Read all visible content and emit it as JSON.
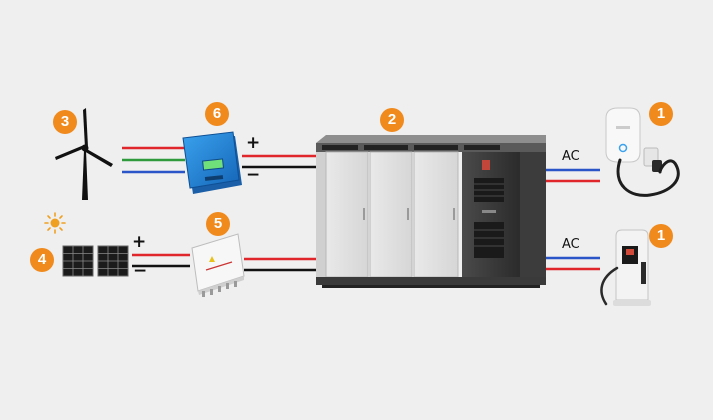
{
  "badges": {
    "wind": "3",
    "wind_inverter": "6",
    "storage_cabinet": "2",
    "wall_charger": "1",
    "solar": "4",
    "combiner_box": "5",
    "dc_charger": "1"
  },
  "labels": {
    "ac_top": "AC",
    "ac_bottom": "AC",
    "plus_top": "+",
    "minus_top": "−",
    "plus_bottom": "+",
    "minus_bottom": "−"
  },
  "colors": {
    "badge": "#f08a1c",
    "wire_red": "#e0262b",
    "wire_blue": "#2a55c8",
    "wire_green": "#2e9a3c",
    "wire_black": "#111111",
    "inverter_blue": "#1f84d6",
    "sun": "#f0a020",
    "background": "#efefef"
  },
  "icons": {
    "wind": "wind-turbine-icon",
    "sun": "sun-icon",
    "solar": "solar-panel-icon",
    "inverter": "wind-inverter-icon",
    "combiner": "combiner-box-icon",
    "cabinet": "storage-cabinet-icon",
    "wall_charger": "wall-ev-charger-icon",
    "dc_charger": "dc-fast-charger-icon"
  }
}
